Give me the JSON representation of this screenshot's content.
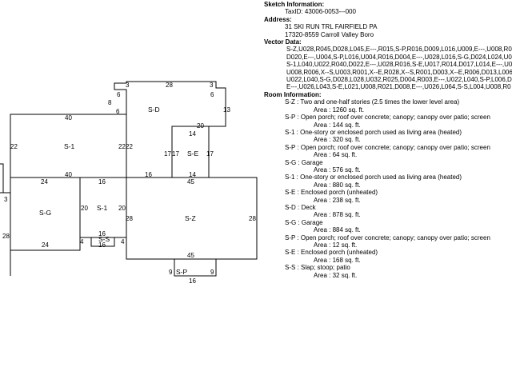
{
  "info": {
    "heading": "Sketch Information:",
    "tax_id": "TaxID: 43006-0053---000",
    "address_label": "Address:",
    "address_line1": "31  SKI RUN TRL FAIRFIELD PA",
    "address_line2": "17320-8559 Carroll Valley Boro",
    "vector_label": "Vector Data:",
    "vector_lines": [
      "S-Z,U028,R045,D028,L045,E---,R015,S-P,R016,D009,L016,U009,E---,U008,R0",
      "D020,E---,U004,S-P,L016,U004,R016,D004,E---,U028,L016,S-G,D024,L024,U0",
      "S-1,L040,U022,R040,D022,E---,U028,R016,S-E,U017,R014,D017,L014,E---,U0",
      "U008,R006,X--S,U003,R001,X--E,R028,X--S,R001,D003,X--E,R006,D013,L006,",
      "U022,L040,S-G,D028,L028,U032,R025,D004,R003,E---,U022,L040,S-P,L006,D0",
      "E---,U026,L043,S-E,L021,U008,R021,D008,E---,U026,L064,S-S,L004,U008,R0"
    ],
    "room_label": "Room Information:",
    "rooms": [
      {
        "code": "S-Z",
        "desc": "Two and one-half stories (2.5 times the lower level area)",
        "area": "Area : 1260 sq. ft."
      },
      {
        "code": "S-P",
        "desc": "Open porch; roof over concrete; canopy; canopy over patio; screen",
        "area": "Area : 144 sq. ft."
      },
      {
        "code": "S-1",
        "desc": "One-story or enclosed porch used as living area (heated)",
        "area": "Area : 320 sq. ft."
      },
      {
        "code": "S-P",
        "desc": "Open porch; roof over concrete; canopy; canopy over patio; screen",
        "area": "Area : 64 sq. ft."
      },
      {
        "code": "S-G",
        "desc": "Garage",
        "area": "Area : 576 sq. ft."
      },
      {
        "code": "S-1",
        "desc": "One-story or enclosed porch used as living area (heated)",
        "area": "Area : 880 sq. ft."
      },
      {
        "code": "S-E",
        "desc": "Enclosed porch (unheated)",
        "area": "Area : 238 sq. ft."
      },
      {
        "code": "S-D",
        "desc": "Deck",
        "area": "Area : 878 sq. ft."
      },
      {
        "code": "S-G",
        "desc": "Garage",
        "area": "Area : 884 sq. ft."
      },
      {
        "code": "S-P",
        "desc": "Open porch; roof over concrete; canopy; canopy over patio; screen",
        "area": "Area : 12 sq. ft."
      },
      {
        "code": "S-E",
        "desc": "Enclosed porch (unheated)",
        "area": "Area : 168 sq. ft."
      },
      {
        "code": "S-S",
        "desc": "Slap; stoop; patio",
        "area": "Area : 32 sq. ft."
      }
    ]
  },
  "sketch": {
    "room_labels": {
      "sd": "S-D",
      "s1_top": "S-1",
      "se": "S-E",
      "sg": "S-G",
      "s1_mid": "S-1",
      "sz": "S-Z",
      "sp": "S-P",
      "ss": "S-S"
    },
    "dims": {
      "d3a": "3",
      "d28a": "28",
      "d3b": "3",
      "d6a": "6",
      "d6b": "6",
      "d8": "8",
      "d6c": "6",
      "d13": "13",
      "d20a": "20",
      "d40a": "40",
      "d14a": "14",
      "d22a": "22",
      "d22b": "22",
      "d22c": "22",
      "d17a": "17",
      "d17b": "17",
      "d17c": "17",
      "d40b": "40",
      "d16a": "16",
      "d14b": "14",
      "d45a": "45",
      "d24a": "24",
      "d16b": "16",
      "d20b": "20",
      "d20c": "20",
      "d3c": "3",
      "d28b": "28",
      "d28c": "28",
      "d16c": "16",
      "d4a": "4",
      "d4b": "4",
      "d16d": "16",
      "d24b": "24",
      "d45b": "45",
      "d28d": "28",
      "d9a": "9",
      "d9b": "9",
      "d16e": "16"
    }
  }
}
